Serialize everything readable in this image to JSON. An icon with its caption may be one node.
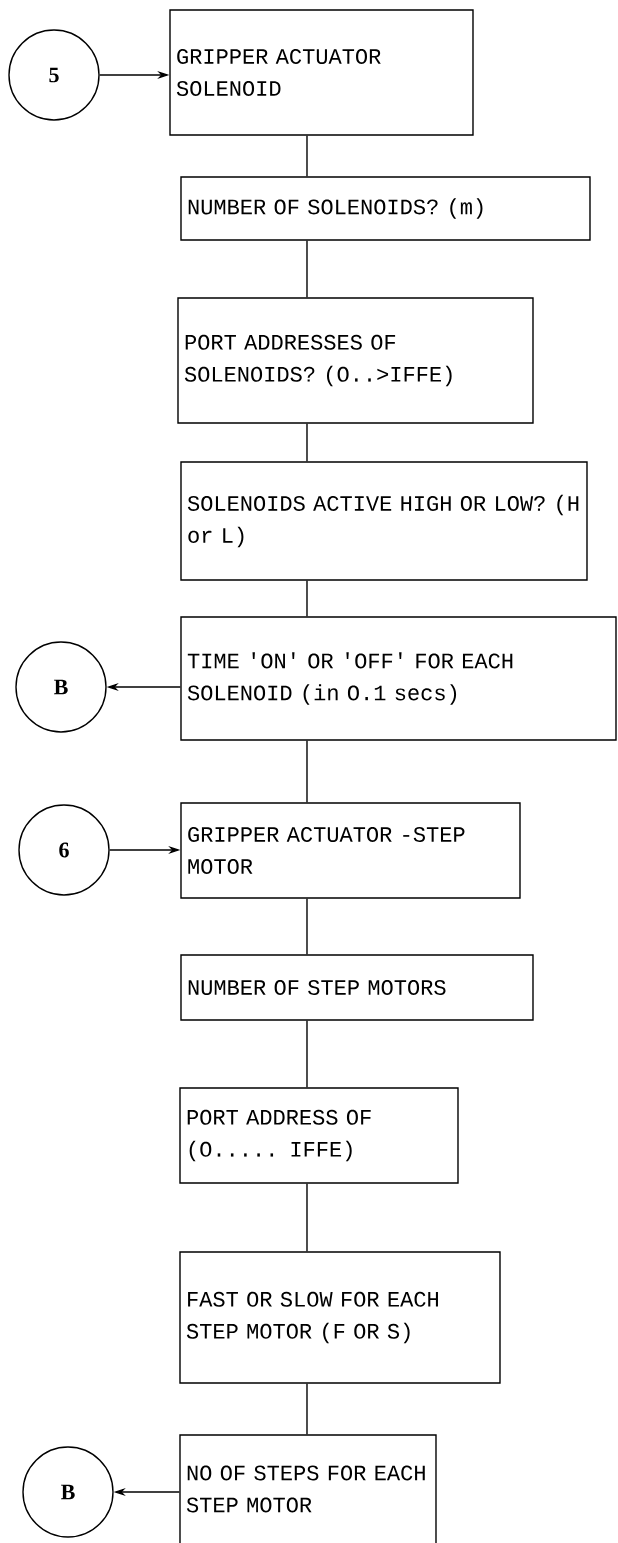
{
  "diagram": {
    "nodes": [
      {
        "text": [
          "5"
        ]
      },
      {
        "text": [
          "GRIPPER ACTUATOR SOLENOID"
        ]
      },
      {
        "text": [
          "NUMBER OF SOLENOIDS? (m)"
        ]
      },
      {
        "text": [
          "PORT ADDRESSES OF SOLENOIDS? (O..>IFFE)"
        ]
      },
      {
        "text": [
          "SOLENOIDS ACTIVE HIGH OR LOW? (H or L)"
        ]
      },
      {
        "text": [
          "TIME 'ON' OR 'OFF' FOR EACH SOLENOID (in O.1 secs)"
        ]
      },
      {
        "text": [
          "B"
        ]
      },
      {
        "text": [
          "6"
        ]
      },
      {
        "text": [
          "GRIPPER ACTUATOR -STEP MOTOR"
        ]
      },
      {
        "text": [
          "NUMBER OF STEP MOTORS"
        ]
      },
      {
        "text": [
          "PORT ADDRESS OF (O..... IFFE)"
        ]
      },
      {
        "text": [
          "FAST OR SLOW FOR EACH STEP MOTOR (F OR S)"
        ]
      },
      {
        "text": [
          "B"
        ]
      },
      {
        "text": [
          "NO OF STEPS FOR EACH STEP MOTOR"
        ]
      }
    ],
    "edges": [
      {
        "from": 0,
        "to": 1,
        "arrow": "to"
      },
      {
        "from": 1,
        "to": 2,
        "arrow": "none"
      },
      {
        "from": 2,
        "to": 3,
        "arrow": "none"
      },
      {
        "from": 3,
        "to": 4,
        "arrow": "none"
      },
      {
        "from": 4,
        "to": 5,
        "arrow": "none"
      },
      {
        "from": 5,
        "to": 6,
        "arrow": "to"
      },
      {
        "from": 5,
        "to": 8,
        "arrow": "none"
      },
      {
        "from": 7,
        "to": 8,
        "arrow": "to"
      },
      {
        "from": 8,
        "to": 9,
        "arrow": "none"
      },
      {
        "from": 9,
        "to": 10,
        "arrow": "none"
      },
      {
        "from": 10,
        "to": 11,
        "arrow": "none"
      },
      {
        "from": 11,
        "to": 13,
        "arrow": "none"
      },
      {
        "from": 13,
        "to": 12,
        "arrow": "to"
      }
    ]
  }
}
